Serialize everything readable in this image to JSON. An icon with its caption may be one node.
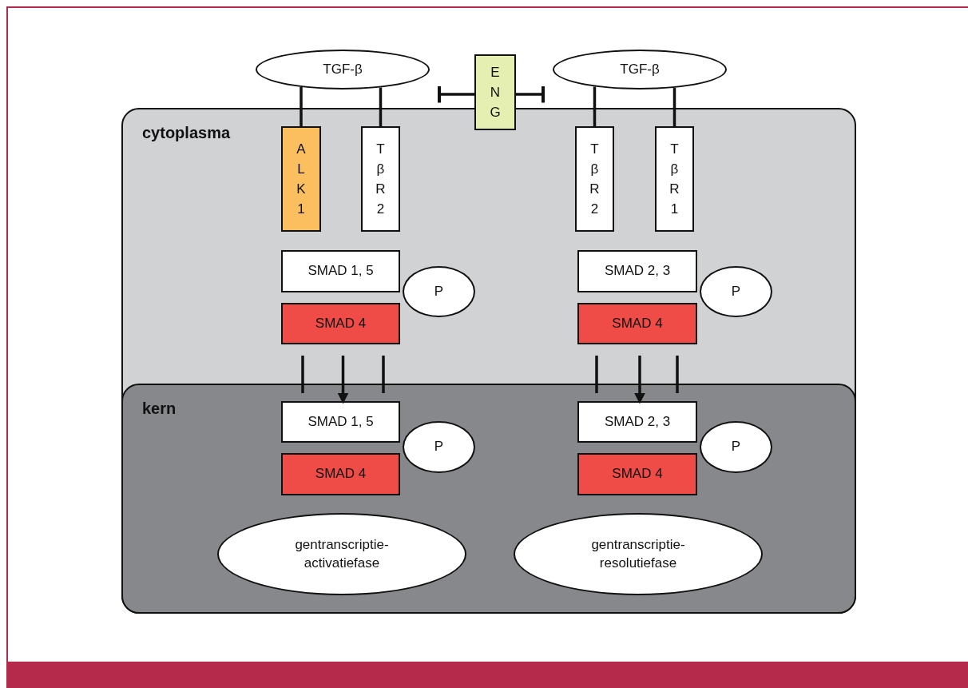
{
  "diagram": {
    "nodes": [
      {
        "text": [
          "cytoplasma"
        ]
      },
      {
        "text": [
          "kern"
        ],
        "in": 0
      },
      {
        "text": [
          "TGF-β"
        ]
      },
      {
        "text": [
          "E N G"
        ]
      },
      {
        "text": [
          "TGF-β"
        ]
      },
      {
        "text": [
          "A L K 1"
        ],
        "in": 0
      },
      {
        "text": [
          "T β R 2"
        ],
        "in": 0
      },
      {
        "text": [
          "T β R 2"
        ],
        "in": 0
      },
      {
        "text": [
          "T β R 1"
        ],
        "in": 0
      },
      {
        "text": [
          "SMAD 1, 5"
        ],
        "in": 0
      },
      {
        "text": [
          "P"
        ],
        "in": 0
      },
      {
        "text": [
          "SMAD 4"
        ],
        "in": 0
      },
      {
        "text": [
          "SMAD 2, 3"
        ],
        "in": 0
      },
      {
        "text": [
          "P"
        ],
        "in": 0
      },
      {
        "text": [
          "SMAD 4"
        ],
        "in": 0
      },
      {
        "text": [
          "SMAD 1, 5"
        ],
        "in": 1
      },
      {
        "text": [
          "P"
        ],
        "in": 1
      },
      {
        "text": [
          "SMAD 4"
        ],
        "in": 1
      },
      {
        "text": [
          "SMAD 2, 3"
        ],
        "in": 1
      },
      {
        "text": [
          "P"
        ],
        "in": 1
      },
      {
        "text": [
          "SMAD 4"
        ],
        "in": 1
      },
      {
        "text": [
          "gentranscriptie- activatiefase"
        ],
        "in": 1
      },
      {
        "text": [
          "gentranscriptie- resolutiefase"
        ],
        "in": 1
      }
    ],
    "edges": [
      {
        "from": 2,
        "to": 5,
        "arrow": "none"
      },
      {
        "from": 2,
        "to": 6,
        "arrow": "none"
      },
      {
        "from": 4,
        "to": 7,
        "arrow": "none"
      },
      {
        "from": 4,
        "to": 8,
        "arrow": "none"
      },
      {
        "from": 3,
        "to": 2,
        "arrow": "other"
      },
      {
        "from": 3,
        "to": 4,
        "arrow": "other"
      },
      {
        "from": 11,
        "to": 15,
        "arrow": "to"
      },
      {
        "from": 14,
        "to": 18,
        "arrow": "to"
      }
    ]
  }
}
